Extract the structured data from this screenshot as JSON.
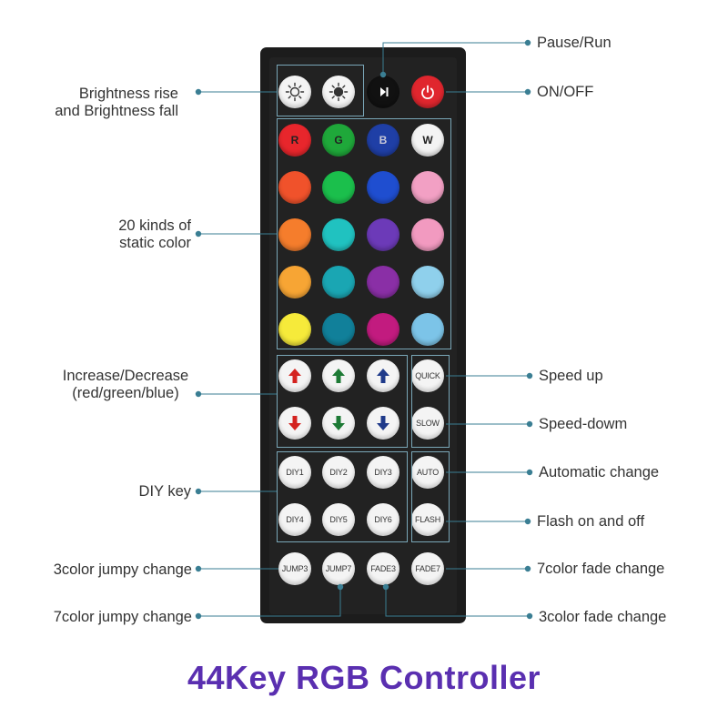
{
  "title": "44Key RGB Controller",
  "colors": {
    "line": "#3a7e93",
    "title": "#5a2fb0",
    "remote": "#1c1c1c",
    "box": "#7aa7b8"
  },
  "top_row": [
    {
      "id": "brightness-up",
      "icon": "sun-bright-icon"
    },
    {
      "id": "brightness-down",
      "icon": "sun-dim-icon"
    },
    {
      "id": "pause-run",
      "icon": "play-pause-icon"
    },
    {
      "id": "power",
      "icon": "power-icon"
    }
  ],
  "color_rows": [
    [
      {
        "c": "#e8262c",
        "t": "R"
      },
      {
        "c": "#1fa83a",
        "t": "G"
      },
      {
        "c": "#1f3fa6",
        "t": "B"
      },
      {
        "c": "#f4f4f4",
        "t": "W"
      }
    ],
    [
      {
        "c": "#f0522b"
      },
      {
        "c": "#1bbf4c"
      },
      {
        "c": "#1f4ed0"
      },
      {
        "c": "#f2a0c4"
      }
    ],
    [
      {
        "c": "#f57d2c"
      },
      {
        "c": "#20c2c0"
      },
      {
        "c": "#6c3ab8"
      },
      {
        "c": "#f29ac0"
      }
    ],
    [
      {
        "c": "#f7a534"
      },
      {
        "c": "#1aa6b3"
      },
      {
        "c": "#8a2fa6"
      },
      {
        "c": "#8fd0ec"
      }
    ],
    [
      {
        "c": "#f6ea3a"
      },
      {
        "c": "#11809a"
      },
      {
        "c": "#c21b7f"
      },
      {
        "c": "#7cc4e8"
      }
    ]
  ],
  "arrow_rows": [
    [
      {
        "dir": "up",
        "c": "#d4231f"
      },
      {
        "dir": "up",
        "c": "#1d7a35"
      },
      {
        "dir": "up",
        "c": "#1f3a8a"
      }
    ],
    [
      {
        "dir": "down",
        "c": "#d4231f"
      },
      {
        "dir": "down",
        "c": "#1d7a35"
      },
      {
        "dir": "down",
        "c": "#1f3a8a"
      }
    ]
  ],
  "speed_keys": [
    "QUICK",
    "SLOW"
  ],
  "diy_rows": [
    [
      "DIY1",
      "DIY2",
      "DIY3"
    ],
    [
      "DIY4",
      "DIY5",
      "DIY6"
    ]
  ],
  "mode_keys": [
    "AUTO",
    "FLASH"
  ],
  "bottom_keys": [
    "JUMP3",
    "JUMP7",
    "FADE3",
    "FADE7"
  ],
  "labels": {
    "brightness": [
      "Brightness rise",
      "and Brightness fall"
    ],
    "static_color": [
      "20 kinds of",
      "static color"
    ],
    "increase_decrease": [
      "Increase/Decrease",
      "(red/green/blue)"
    ],
    "diy": "DIY key",
    "jump3": "3color jumpy change",
    "jump7": "7color jumpy change",
    "pause": "Pause/Run",
    "onoff": "ON/OFF",
    "speed_up": "Speed up",
    "speed_down": "Speed-dowm",
    "auto": "Automatic change",
    "flash": "Flash on and off",
    "fade7": "7color fade change",
    "fade3": "3color fade change"
  }
}
